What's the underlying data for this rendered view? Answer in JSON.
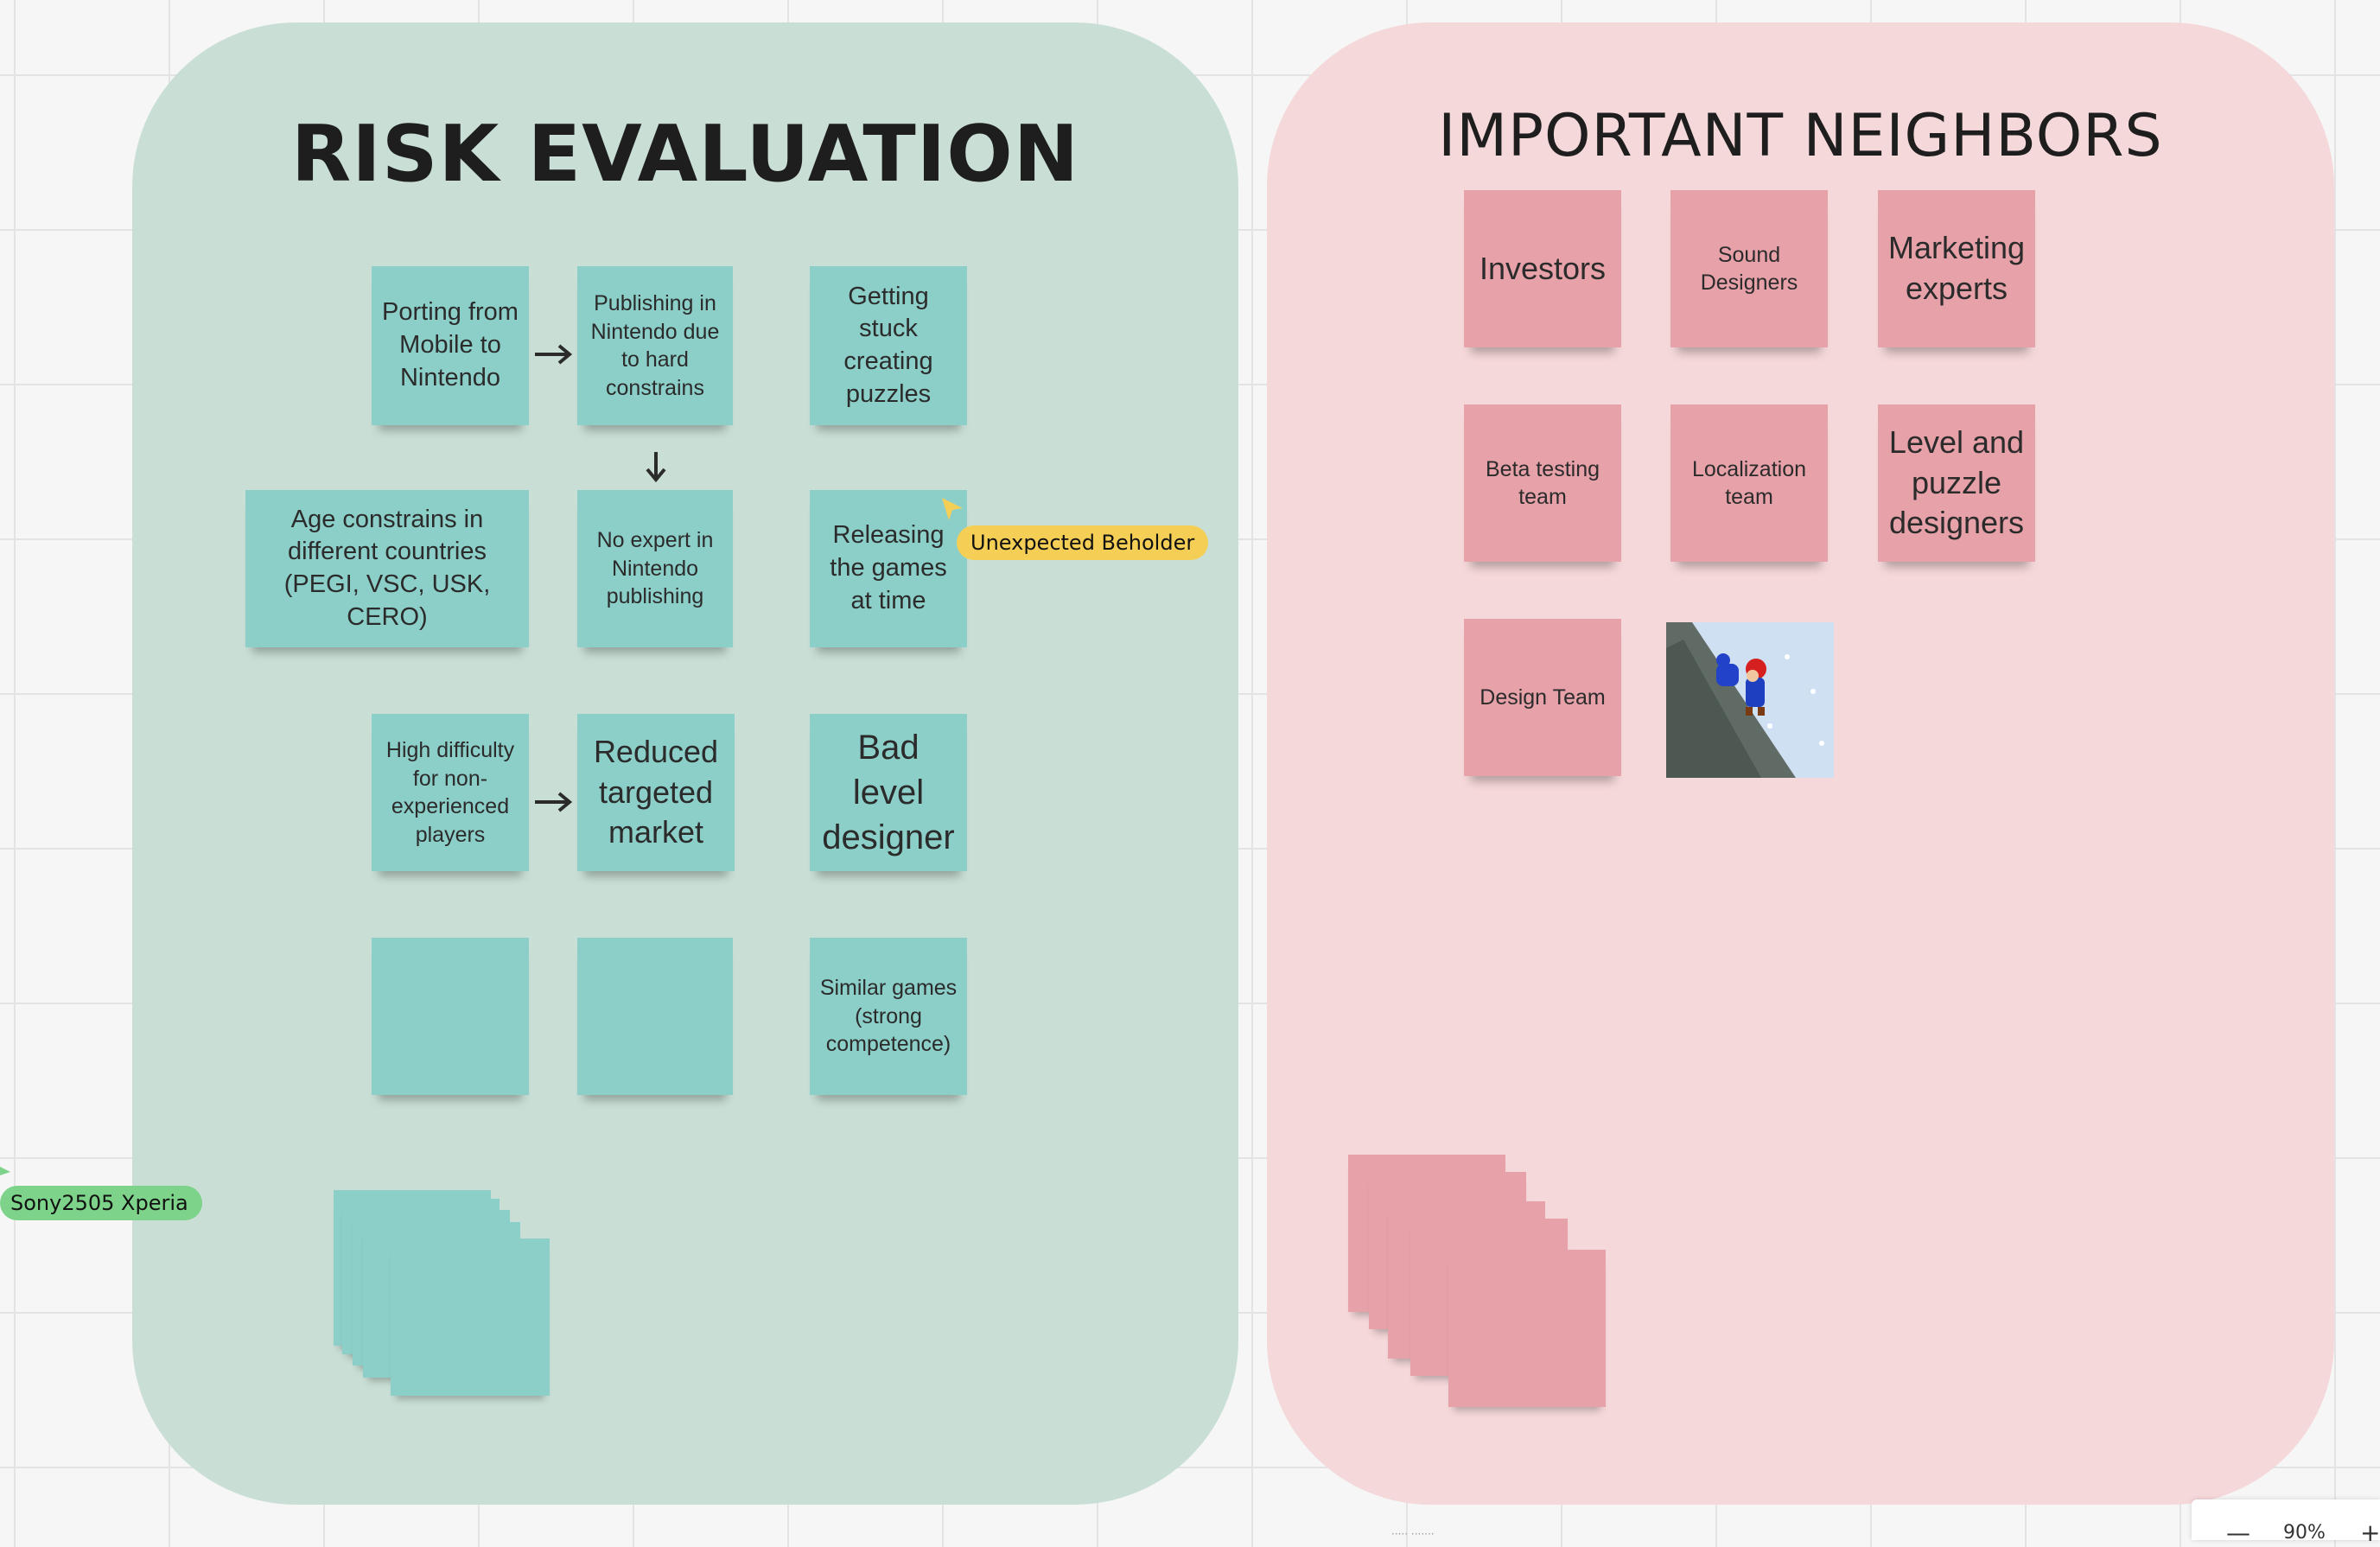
{
  "risk_frame": {
    "title": "RISK EVALUATION",
    "notes": [
      "Porting from Mobile to Nintendo",
      "Publishing in Nintendo due to hard constrains",
      "Getting stuck creating puzzles",
      "Age constrains in different countries (PEGI, VSC, USK, CERO)",
      "No expert in Nintendo publishing",
      "Releasing the games at time",
      "High difficulty for non-experienced players",
      "Reduced targeted market",
      "Bad level designer",
      "",
      "",
      "Similar games (strong competence)"
    ]
  },
  "neighbors_frame": {
    "title": "IMPORTANT NEIGHBORS",
    "notes": [
      "Investors",
      "Sound Designers",
      "Marketing experts",
      "Beta testing team",
      "Localization team",
      "Level and puzzle designers",
      "Design Team"
    ]
  },
  "cursors": [
    {
      "label": "Unexpected Beholder",
      "color": "#f5cf55"
    },
    {
      "label": "Sony2505 Xperia",
      "color": "#7ed38a"
    }
  ],
  "colors": {
    "teal_note": "#8ccfc8",
    "pink_note": "#e6a1a9",
    "risk_frame_bg": "#c9dfd6",
    "neighbors_frame_bg": "#f5d8d9"
  },
  "zoom": {
    "value": "90%",
    "minus_label": "—",
    "plus_label": "+"
  },
  "bottom_text": "····· ·······"
}
